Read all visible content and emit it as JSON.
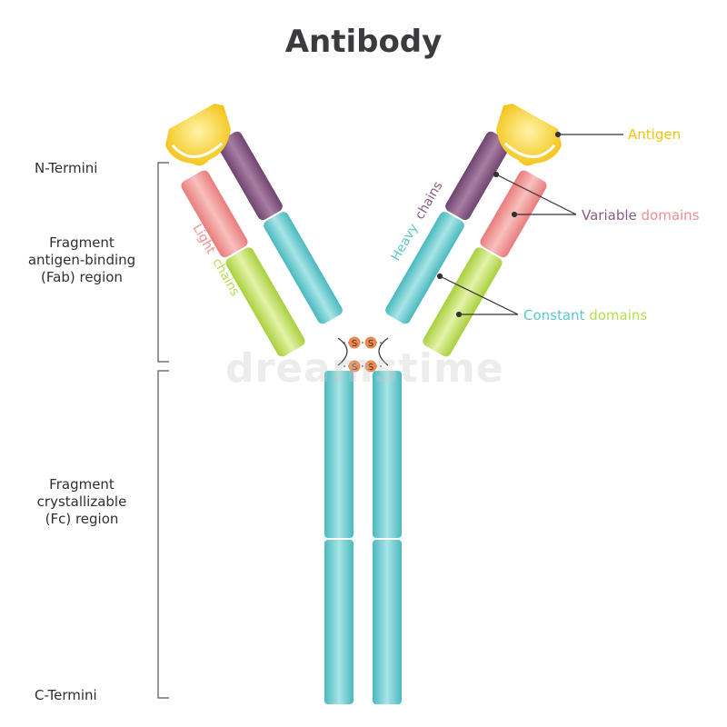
{
  "title": "Antibody",
  "left_labels": {
    "n_termini": "N-Termini",
    "fab_line1": "Fragment",
    "fab_line2": "antigen-binding",
    "fab_line3": "(Fab) region",
    "fc_line1": "Fragment",
    "fc_line2": "crystallizable",
    "fc_line3": "(Fc) region",
    "c_termini": "C-Termini"
  },
  "chain_labels": {
    "light_word1": "Light",
    "light_word2": "chains",
    "heavy_word1": "Heavy",
    "heavy_word2": "chains"
  },
  "callouts": {
    "antigen": "Antigen",
    "variable_word1": "Variable",
    "variable_word2": "domains",
    "constant_word1": "Constant",
    "constant_word2": "domains"
  },
  "disulfide": {
    "symbol": "S"
  },
  "watermark": "dreamstime",
  "colors": {
    "antigen": "#f5c518",
    "heavy_variable": "#8a5a86",
    "light_variable": "#ef8f8f",
    "heavy_constant": "#5cc7cc",
    "light_constant": "#b9dc52",
    "disulfide": "#e8894f",
    "text_dark": "#2f2f33"
  }
}
